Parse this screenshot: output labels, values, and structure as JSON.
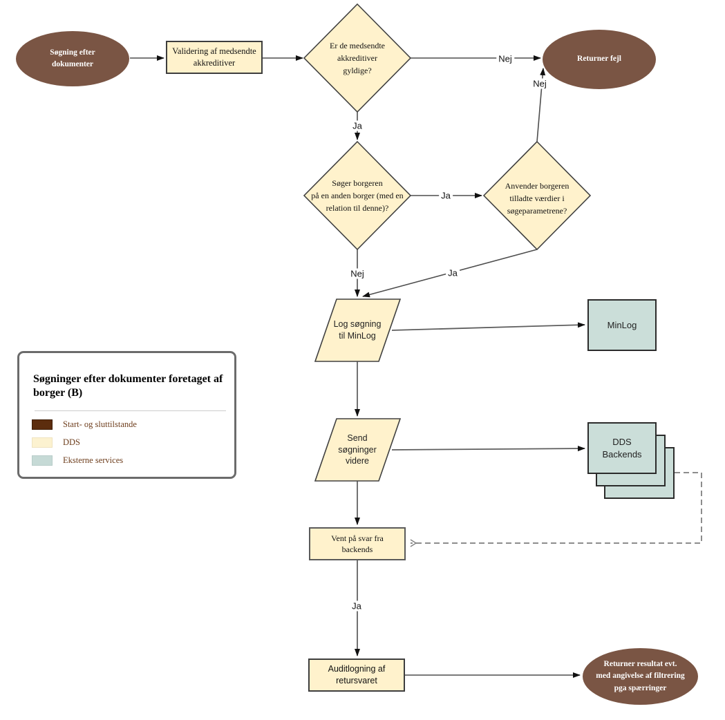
{
  "colors": {
    "state": "#7A5544",
    "dds": "#FFF2CC",
    "external": "#CBDED9"
  },
  "legend": {
    "title": "Søgninger efter dokumenter foretaget af borger (B)",
    "items": [
      {
        "label": "Start- og sluttilstande",
        "color": "#5C2D0E"
      },
      {
        "label": "DDS",
        "color": "#FCF2D0"
      },
      {
        "label": "Eksterne services",
        "color": "#C6DAD6"
      }
    ]
  },
  "nodes": {
    "start": {
      "label": "Søgning efter\ndokumenter"
    },
    "validate": {
      "label": "Validering af medsendte\nakkreditiver"
    },
    "credentials_valid": {
      "label": "Er de medsendte\nakkreditiver\ngyldige?"
    },
    "return_error": {
      "label": "Returner fejl"
    },
    "search_other": {
      "label": "Søger borgeren\npå en anden borger (med en\nrelation til denne)?"
    },
    "allowed_values": {
      "label": "Anvender borgeren\ntilladte værdier i\nsøgeparametrene?"
    },
    "log_minlog": {
      "label": "Log søgning\ntil MinLog"
    },
    "minlog": {
      "label": "MinLog"
    },
    "send_on": {
      "label": "Send\nsøgninger\nvidere"
    },
    "dds_backends": {
      "label": "DDS\nBackends"
    },
    "wait": {
      "label": "Vent på svar fra\nbackends"
    },
    "audit": {
      "label": "Auditlogning af\nretursvaret"
    },
    "return_result": {
      "label": "Returner resultat evt.\nmed angivelse af filtrering\npga spærringer"
    }
  },
  "edges": {
    "valid_no": "Nej",
    "valid_yes": "Ja",
    "other_yes": "Ja",
    "other_no": "Nej",
    "allowed_no": "Nej",
    "allowed_yes": "Ja",
    "wait_yes": "Ja"
  }
}
